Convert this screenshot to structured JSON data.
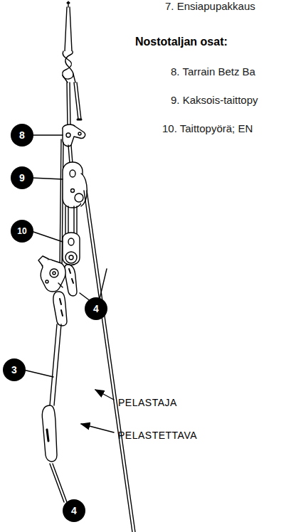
{
  "diagram": {
    "labels": [
      "7. Ensiapupakkaus",
      "Nostotaljan osat:",
      "8. Tarrain Betz Ba",
      "9. Kaksois-taittopy",
      "10. Taittopyörä; EN",
      "8",
      "9",
      "10",
      "4",
      "PELASTAJA",
      "PELASTETTAVA",
      "3",
      "4"
    ]
  }
}
